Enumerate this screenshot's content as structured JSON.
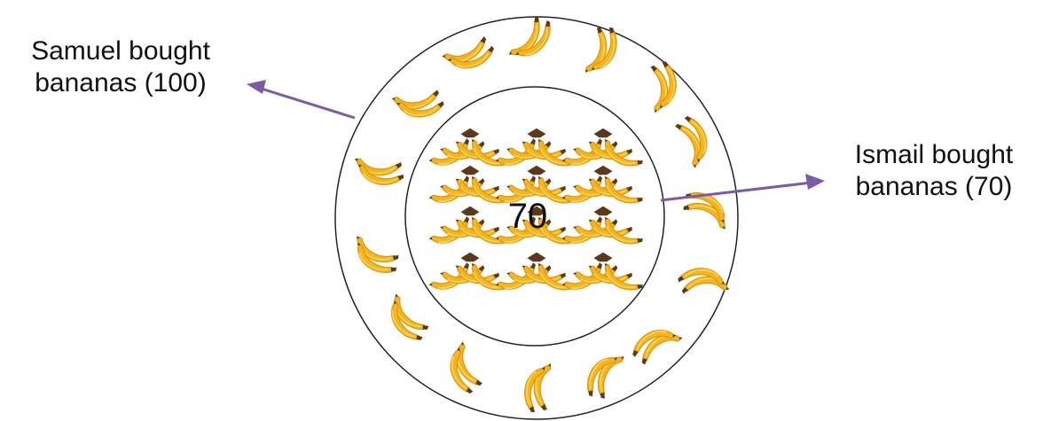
{
  "labels": {
    "samuel": {
      "line1": "Samuel bought",
      "line2": "bananas (100)"
    },
    "ismail": {
      "line1": "Ismail bought",
      "line2": "bananas (70)"
    }
  },
  "center_value": "70",
  "colors": {
    "arrow": "#7b5ba7",
    "circle_stroke": "#222222",
    "banana_fill": "#f5b51e",
    "banana_shade": "#dc9410",
    "banana_highlight": "#ffd24a",
    "banana_stem": "#5a3a1a"
  },
  "icons": {
    "banana": "banana-icon",
    "banana_bunch": "banana-bunch-icon"
  }
}
